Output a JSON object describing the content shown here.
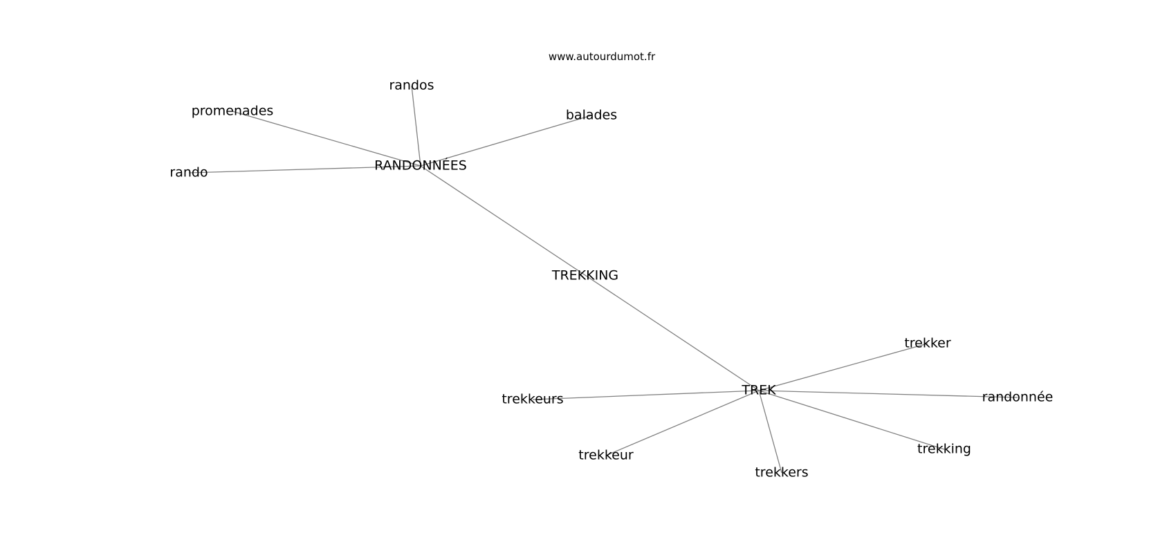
{
  "header": {
    "watermark": "www.autourdumot.fr"
  },
  "graph": {
    "nodes": [
      {
        "id": "randonnees",
        "label": "RANDONNÉES"
      },
      {
        "id": "trekking_center",
        "label": "TREKKING"
      },
      {
        "id": "trek",
        "label": "TREK"
      },
      {
        "id": "randos",
        "label": "randos"
      },
      {
        "id": "promenades",
        "label": "promenades"
      },
      {
        "id": "balades",
        "label": "balades"
      },
      {
        "id": "rando",
        "label": "rando"
      },
      {
        "id": "trekker",
        "label": "trekker"
      },
      {
        "id": "trekkeurs",
        "label": "trekkeurs"
      },
      {
        "id": "randonnee",
        "label": "randonnée"
      },
      {
        "id": "trekkeur",
        "label": "trekkeur"
      },
      {
        "id": "trekking",
        "label": "trekking"
      },
      {
        "id": "trekkers",
        "label": "trekkers"
      }
    ],
    "edges": [
      [
        "randonnees",
        "randos"
      ],
      [
        "randonnees",
        "promenades"
      ],
      [
        "randonnees",
        "balades"
      ],
      [
        "randonnees",
        "rando"
      ],
      [
        "randonnees",
        "trek"
      ],
      [
        "trek",
        "trekker"
      ],
      [
        "trek",
        "trekkeurs"
      ],
      [
        "trek",
        "randonnee"
      ],
      [
        "trek",
        "trekkeur"
      ],
      [
        "trek",
        "trekking"
      ],
      [
        "trek",
        "trekkers"
      ]
    ]
  }
}
